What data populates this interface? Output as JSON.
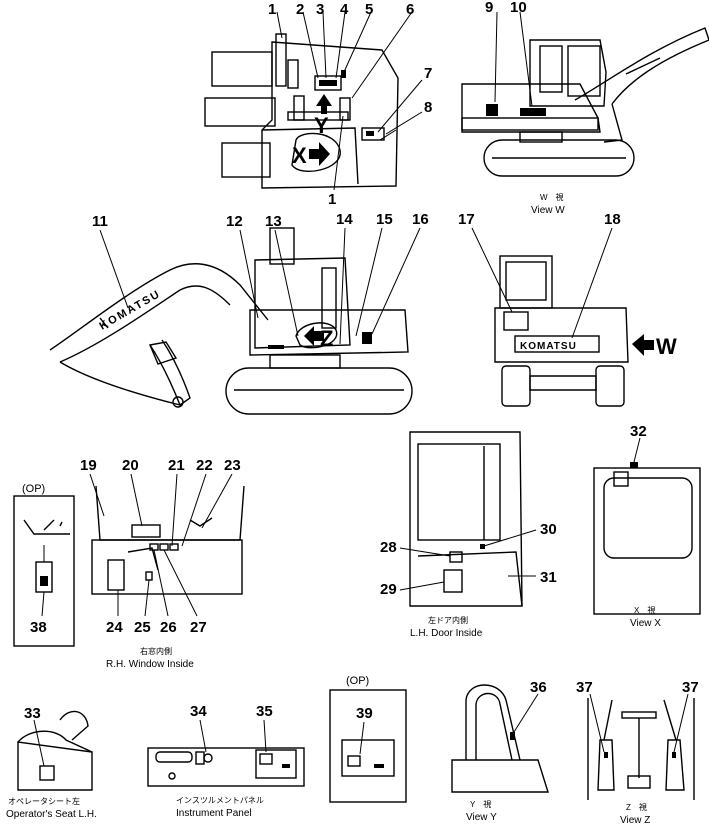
{
  "callouts": [
    "1",
    "2",
    "3",
    "4",
    "5",
    "6",
    "7",
    "8",
    "9",
    "10",
    "11",
    "12",
    "13",
    "14",
    "15",
    "16",
    "17",
    "18",
    "19",
    "20",
    "21",
    "22",
    "23",
    "24",
    "25",
    "26",
    "27",
    "28",
    "29",
    "30",
    "31",
    "32",
    "33",
    "34",
    "35",
    "36",
    "37",
    "38",
    "39"
  ],
  "repeat_callouts": {
    "one_bottom": "1",
    "thirty_seven_right": "37"
  },
  "view_arrows": {
    "x": "X",
    "y": "Y",
    "z": "Z",
    "w": "W"
  },
  "boom_text": "KOMATSU",
  "side_text": "KOMATSU",
  "views": {
    "view_w": {
      "jp": "W　視",
      "en": "View  W"
    },
    "view_x": {
      "jp": "X　視",
      "en": "View  X"
    },
    "view_y": {
      "jp": "Y　視",
      "en": "View  Y"
    },
    "view_z": {
      "jp": "Z　視",
      "en": "View  Z"
    },
    "rh_window": {
      "jp": "右窓内側",
      "en": "R.H. Window Inside"
    },
    "lh_door": {
      "jp": "左ドア内側",
      "en": "L.H. Door Inside"
    },
    "operator_seat": {
      "jp": "オペレータシート左",
      "en": "Operator's Seat L.H."
    },
    "instrument_panel": {
      "jp": "インスツルメントパネル",
      "en": "Instrument Panel"
    }
  },
  "op_labels": {
    "left": "(OP)",
    "middle": "(OP)"
  }
}
